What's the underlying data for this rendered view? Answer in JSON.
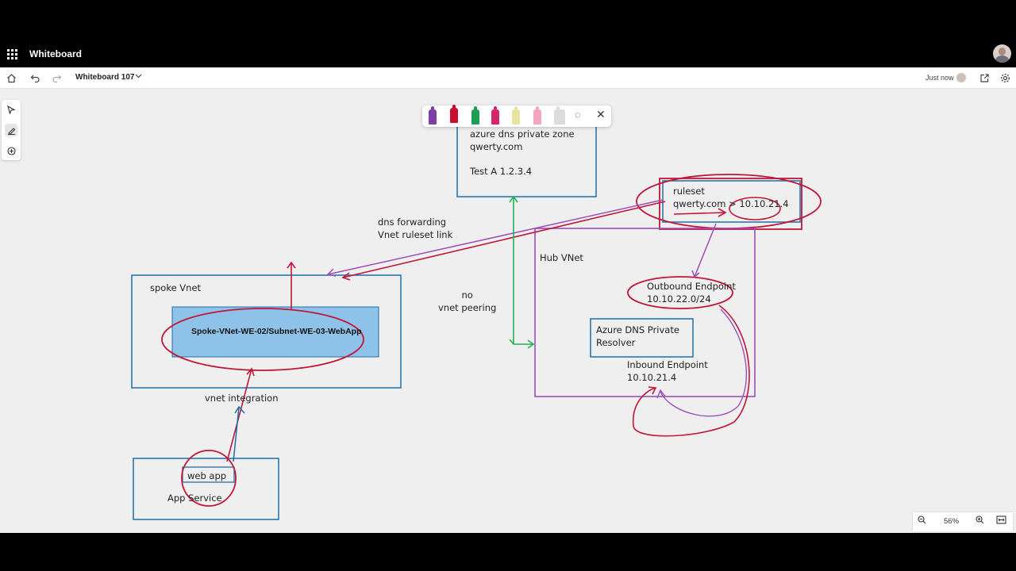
{
  "app": {
    "name": "Whiteboard"
  },
  "command_bar": {
    "board_title": "Whiteboard 107",
    "save_status": "Just now",
    "icons": [
      "home-icon",
      "undo-icon",
      "redo-icon",
      "chevron-down-icon",
      "share-icon",
      "settings-icon"
    ]
  },
  "left_toolbar": {
    "tools": [
      "select-tool",
      "inking-tool",
      "add-tool"
    ],
    "selected": "inking-tool"
  },
  "pen_toolbar": {
    "pens": [
      {
        "name": "purple-pen",
        "color": "#7b3fa6"
      },
      {
        "name": "red-pen",
        "color": "#c8102e"
      },
      {
        "name": "green-pen",
        "color": "#1f9d55"
      },
      {
        "name": "magenta-pen",
        "color": "#d6246e"
      },
      {
        "name": "yellow-highlighter",
        "color": "#e8e3a0"
      },
      {
        "name": "pink-highlighter",
        "color": "#f2a6c0"
      },
      {
        "name": "eraser",
        "color": "#dcdcdc"
      }
    ],
    "selected": "red-pen"
  },
  "canvas": {
    "dns_zone": {
      "line1": "azure dns private zone",
      "line2": "qwerty.com",
      "record": "Test A 1.2.3.4"
    },
    "ruleset": {
      "line1": "ruleset",
      "line2_prefix": "qwerty.com >",
      "ip": "10.10.21.4"
    },
    "link_note": {
      "line1": "dns forwarding",
      "line2": "Vnet ruleset link"
    },
    "hub_vnet": {
      "label": "Hub VNet"
    },
    "no_peering": {
      "line1": "no",
      "line2": "vnet peering"
    },
    "spoke_vnet": {
      "label": "spoke Vnet",
      "subnet": "Spoke-VNet-WE-02/Subnet-WE-03-WebApp"
    },
    "outbound": {
      "line1": "Outbound Endpoint",
      "line2": "10.10.22.0/24"
    },
    "resolver": {
      "line1": "Azure DNS Private",
      "line2": "Resolver"
    },
    "inbound": {
      "line1": "Inbound Endpoint",
      "line2": "10.10.21.4"
    },
    "vnet_integration": "vnet integration",
    "app_service": {
      "web_app": "web app",
      "label": "App Service"
    }
  },
  "zoom": {
    "level": "56%"
  },
  "colors": {
    "blue_box": "#1f6fa8",
    "purple_box": "#9b4fb8",
    "red_ink": "#c0173a",
    "green_ink": "#22b455",
    "subnet_fill": "#8ec2e8"
  }
}
